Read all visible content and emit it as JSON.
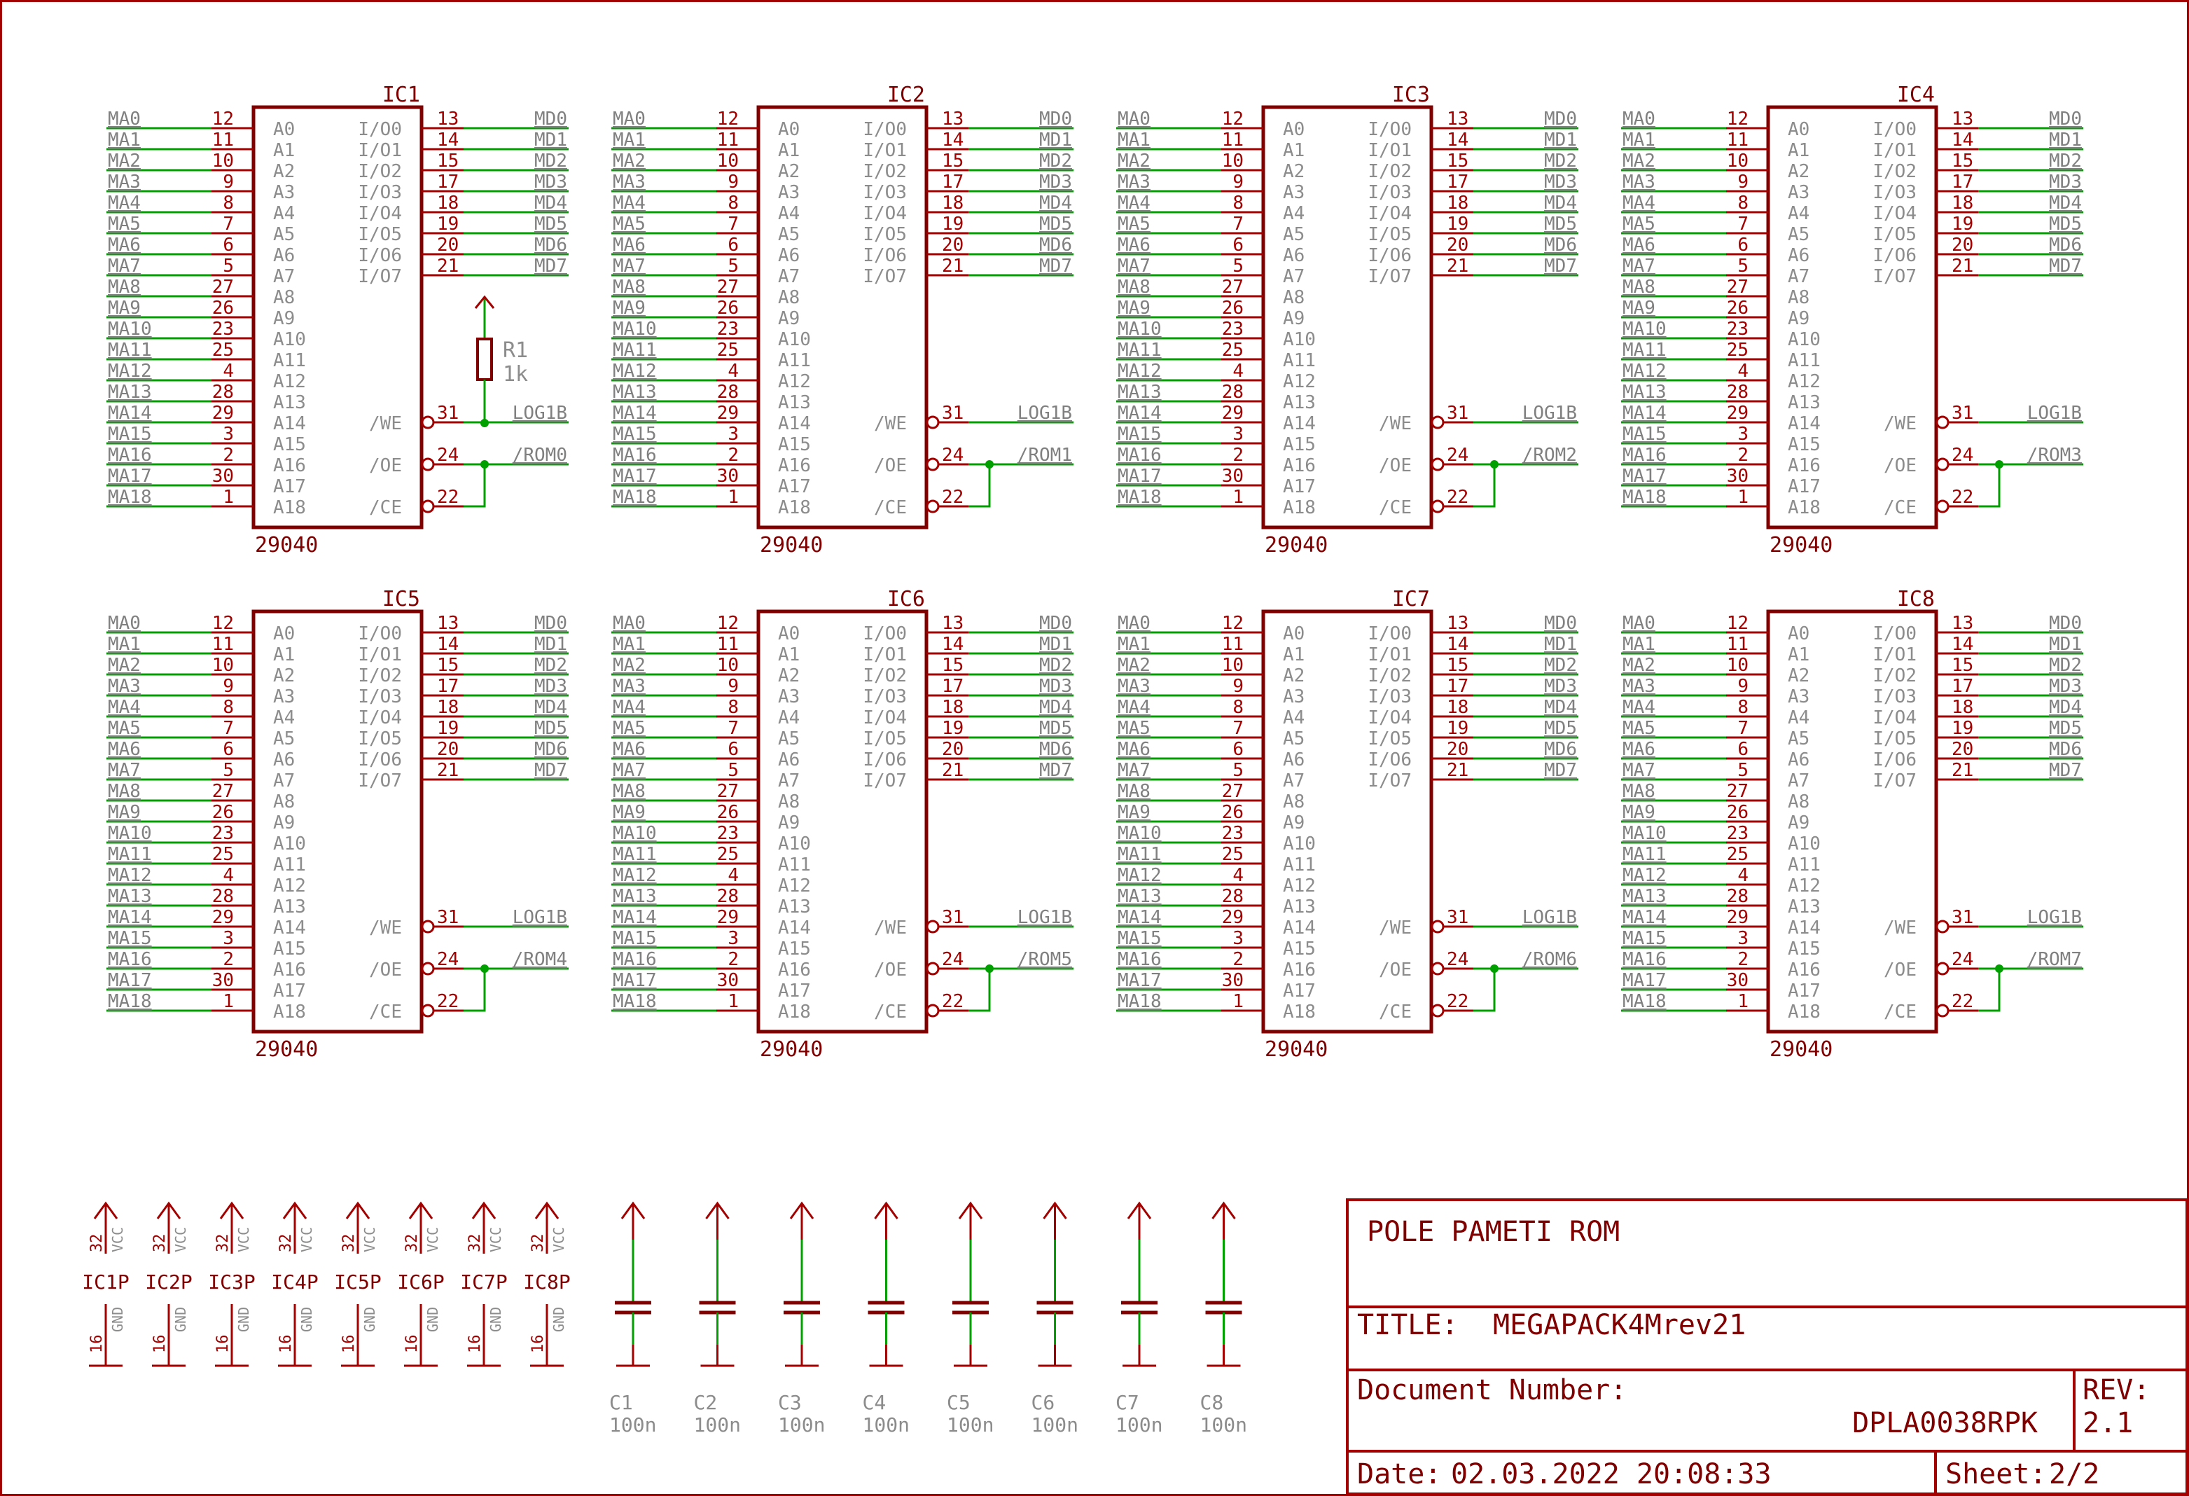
{
  "chips": [
    {
      "name": "IC1",
      "value": "29040",
      "oe_net": "/ROM0"
    },
    {
      "name": "IC2",
      "value": "29040",
      "oe_net": "/ROM1"
    },
    {
      "name": "IC3",
      "value": "29040",
      "oe_net": "/ROM2"
    },
    {
      "name": "IC4",
      "value": "29040",
      "oe_net": "/ROM3"
    },
    {
      "name": "IC5",
      "value": "29040",
      "oe_net": "/ROM4"
    },
    {
      "name": "IC6",
      "value": "29040",
      "oe_net": "/ROM5"
    },
    {
      "name": "IC7",
      "value": "29040",
      "oe_net": "/ROM6"
    },
    {
      "name": "IC8",
      "value": "29040",
      "oe_net": "/ROM7"
    }
  ],
  "address_pins": [
    {
      "pin": "A0",
      "num": "12",
      "net": "MA0"
    },
    {
      "pin": "A1",
      "num": "11",
      "net": "MA1"
    },
    {
      "pin": "A2",
      "num": "10",
      "net": "MA2"
    },
    {
      "pin": "A3",
      "num": "9",
      "net": "MA3"
    },
    {
      "pin": "A4",
      "num": "8",
      "net": "MA4"
    },
    {
      "pin": "A5",
      "num": "7",
      "net": "MA5"
    },
    {
      "pin": "A6",
      "num": "6",
      "net": "MA6"
    },
    {
      "pin": "A7",
      "num": "5",
      "net": "MA7"
    },
    {
      "pin": "A8",
      "num": "27",
      "net": "MA8"
    },
    {
      "pin": "A9",
      "num": "26",
      "net": "MA9"
    },
    {
      "pin": "A10",
      "num": "23",
      "net": "MA10"
    },
    {
      "pin": "A11",
      "num": "25",
      "net": "MA11"
    },
    {
      "pin": "A12",
      "num": "4",
      "net": "MA12"
    },
    {
      "pin": "A13",
      "num": "28",
      "net": "MA13"
    },
    {
      "pin": "A14",
      "num": "29",
      "net": "MA14"
    },
    {
      "pin": "A15",
      "num": "3",
      "net": "MA15"
    },
    {
      "pin": "A16",
      "num": "2",
      "net": "MA16"
    },
    {
      "pin": "A17",
      "num": "30",
      "net": "MA17"
    },
    {
      "pin": "A18",
      "num": "1",
      "net": "MA18"
    }
  ],
  "data_pins": [
    {
      "pin": "I/O0",
      "num": "13",
      "net": "MD0"
    },
    {
      "pin": "I/O1",
      "num": "14",
      "net": "MD1"
    },
    {
      "pin": "I/O2",
      "num": "15",
      "net": "MD2"
    },
    {
      "pin": "I/O3",
      "num": "17",
      "net": "MD3"
    },
    {
      "pin": "I/O4",
      "num": "18",
      "net": "MD4"
    },
    {
      "pin": "I/O5",
      "num": "19",
      "net": "MD5"
    },
    {
      "pin": "I/O6",
      "num": "20",
      "net": "MD6"
    },
    {
      "pin": "I/O7",
      "num": "21",
      "net": "MD7"
    }
  ],
  "control_pins": [
    {
      "pin": "/WE",
      "num": "31"
    },
    {
      "pin": "/OE",
      "num": "24"
    },
    {
      "pin": "/CE",
      "num": "22"
    }
  ],
  "we_net": "LOG1B",
  "resistor": {
    "name": "R1",
    "value": "1k"
  },
  "power_parts": {
    "names": [
      "IC1P",
      "IC2P",
      "IC3P",
      "IC4P",
      "IC5P",
      "IC6P",
      "IC7P",
      "IC8P"
    ],
    "vcc_pin": "32",
    "vcc_label": "VCC",
    "gnd_pin": "16",
    "gnd_label": "GND"
  },
  "capacitors": [
    {
      "name": "C1",
      "value": "100n"
    },
    {
      "name": "C2",
      "value": "100n"
    },
    {
      "name": "C3",
      "value": "100n"
    },
    {
      "name": "C4",
      "value": "100n"
    },
    {
      "name": "C5",
      "value": "100n"
    },
    {
      "name": "C6",
      "value": "100n"
    },
    {
      "name": "C7",
      "value": "100n"
    },
    {
      "name": "C8",
      "value": "100n"
    }
  ],
  "title_block": {
    "heading": "POLE PAMETI ROM",
    "title_label": "TITLE:",
    "title": "MEGAPACK4Mrev21",
    "docnum_label": "Document Number:",
    "docnum": "DPLA0038RPK",
    "rev_label": "REV:",
    "rev": "2.1",
    "date_label": "Date:",
    "date": "02.03.2022 20:08:33",
    "sheet_label": "Sheet:",
    "sheet": "2/2"
  },
  "colors": {
    "outline": "#800000",
    "pin": "#a30000",
    "wire": "#00a000",
    "net_text": "#808080"
  }
}
